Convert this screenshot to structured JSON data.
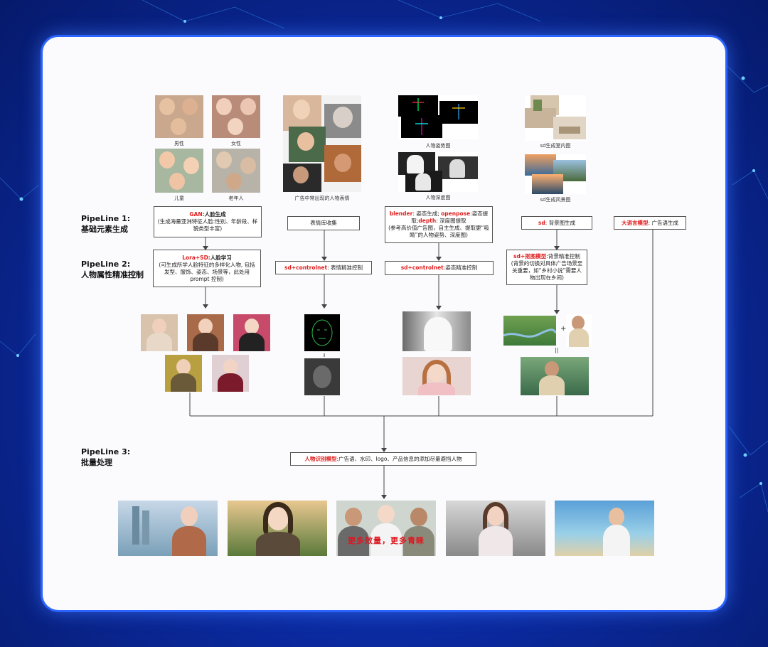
{
  "pipelines": {
    "p1_title": "PipeLine 1:",
    "p1_sub": "基础元素生成",
    "p2_title": "PipeLine 2:",
    "p2_sub": "人物属性精准控制",
    "p3_title": "PipeLine 3:",
    "p3_sub": "批量处理"
  },
  "captions": {
    "male": "男性",
    "female": "女性",
    "child": "儿童",
    "elder": "老年人",
    "expressions": "广告中常出现的人物表情",
    "pose": "人物姿势图",
    "depth": "人物深度图",
    "indoor": "sd生成室内图",
    "landscape": "sd生成风景图"
  },
  "boxes": {
    "gan_hl": "GAN:",
    "gan_title": "人脸生成",
    "gan_desc": "(生成海量亚洲特征人脸:性别、年龄段、样貌类型丰富)",
    "expr_collect": "表情库收集",
    "blender_hl1": "blender",
    "blender_t1": ": 姿态生成; ",
    "blender_hl2": "openpose",
    "blender_t2": ":姿态提取;",
    "blender_hl3": "depth",
    "blender_t3": ": 深度图提取",
    "blender_desc": "(参考高价值广告图，自主生成、提取更“吸睛”的人物姿势、深度图)",
    "sd_hl": "sd",
    "sd_t": ": 背景图生成",
    "llm_hl": "大语言模型",
    "llm_t": ": 广告语生成",
    "lora_hl": "Lora+SD:",
    "lora_title": "人脸学习",
    "lora_desc": "(可生成所学人脸特征的多样化人物, 包括发型、服饰、姿态、场景等，此处用 prompt 控制)",
    "cn_expr_hl": "sd+controlnet",
    "cn_expr_t": ": 表情精准控制",
    "cn_pose_hl": "sd+controlnet",
    "cn_pose_t": ":姿态精准控制",
    "matting_hl": "sd+抠图模型",
    "matting_t": ":背景精准控制",
    "matting_desc": "(背景的切换对具体广告场景至关重要，如“乡村小说”需要人物出现在乡间)",
    "recog_hl": "人物识别模型",
    "recog_t": ":广告语、水印、logo、产品信息的添加尽量避挡人物"
  },
  "symbols": {
    "plus": "+",
    "equals": "||"
  },
  "slogan": "更多效量，更多青睐",
  "colors": {
    "accent": "#e01e1e",
    "card": "#fbfbfd",
    "frame": "#2b63ff"
  }
}
